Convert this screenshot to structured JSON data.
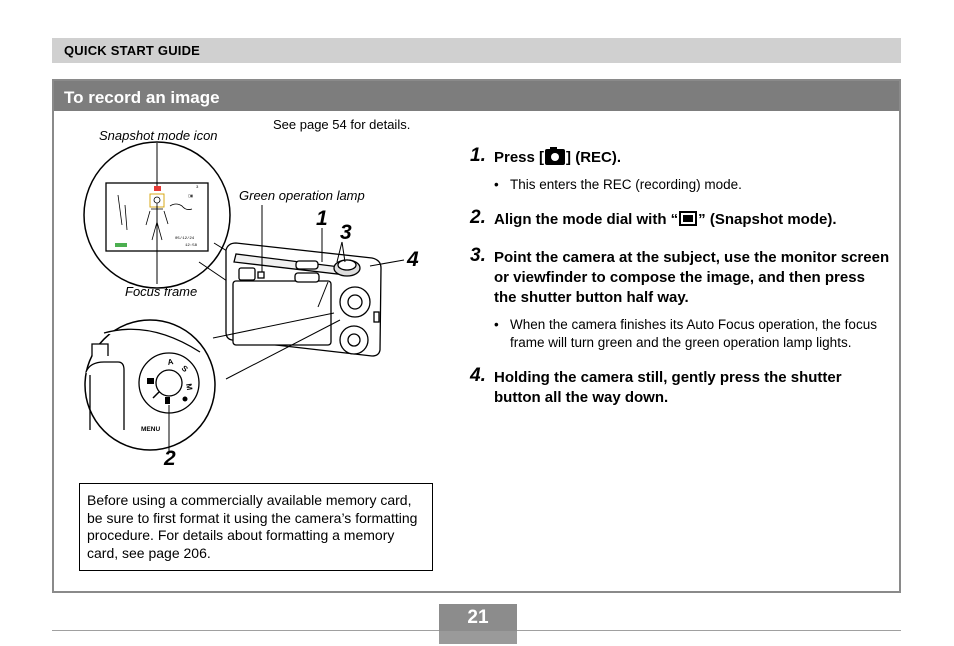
{
  "header": {
    "title": "QUICK START GUIDE"
  },
  "section": {
    "title": "To record an image"
  },
  "illustration": {
    "see_page": "See page 54 for details.",
    "captions": {
      "snapshot_mode_icon": "Snapshot mode icon",
      "green_operation_lamp": "Green operation lamp",
      "focus_frame": "Focus frame"
    },
    "callouts": [
      "1",
      "3",
      "4",
      "2"
    ],
    "dial_labels": {
      "menu": "MENU",
      "a": "A",
      "s": "S",
      "m": "M"
    }
  },
  "note": {
    "text": "Before using a commercially available memory card, be sure to first format it using the camera’s formatting procedure. For details about formatting a memory card, see page 206."
  },
  "steps": [
    {
      "num": "1.",
      "text_before": "Press [",
      "icon": "rec-camera-icon",
      "text_after": "] (REC).",
      "bullets": [
        "This enters the REC (recording) mode."
      ]
    },
    {
      "num": "2.",
      "text_before": "Align the mode dial with “",
      "icon": "snapshot-mode-icon",
      "text_after": "” (Snapshot mode).",
      "bullets": []
    },
    {
      "num": "3.",
      "text": "Point the camera at the subject, use the monitor screen or viewfinder to compose the image, and then press the shutter button half way.",
      "bullets": [
        "When the camera finishes its Auto Focus operation, the focus frame will turn green and the green operation lamp lights."
      ]
    },
    {
      "num": "4.",
      "text": "Holding the camera still, gently press the shutter button all the way down.",
      "bullets": []
    }
  ],
  "footer": {
    "page_number": "21"
  }
}
